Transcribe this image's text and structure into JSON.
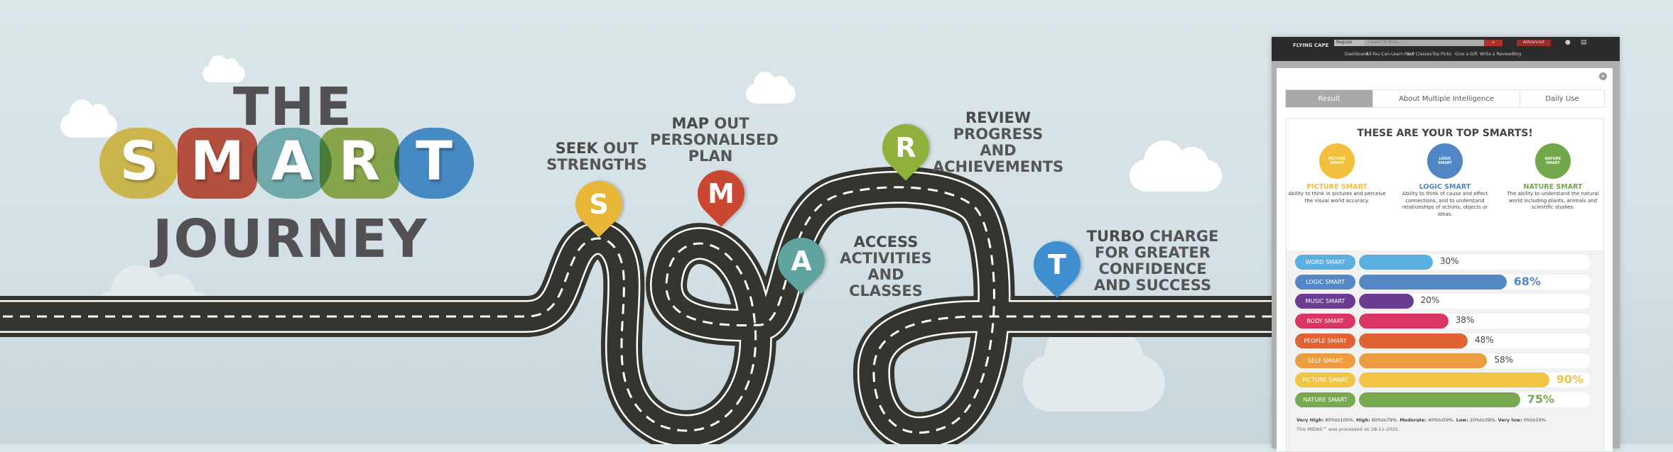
{
  "logo": {
    "the": "THE",
    "letters": [
      "S",
      "M",
      "A",
      "R",
      "T"
    ],
    "journey": "JOURNEY",
    "colors": [
      "#f2c94c",
      "#d2503a",
      "#7fbcbc",
      "#9cb649",
      "#4796d6"
    ]
  },
  "steps": [
    {
      "letter": "S",
      "bold": "SEEK",
      "rest": "OUT",
      "lines": [
        "STRENGTHS"
      ],
      "color": "#e8b73a"
    },
    {
      "letter": "M",
      "bold": "MAP",
      "rest": "OUT",
      "lines": [
        "PERSONALISED",
        "PLAN"
      ],
      "color": "#c9472f"
    },
    {
      "letter": "A",
      "bold": "ACCESS",
      "rest": "",
      "lines": [
        "ACTIVITIES",
        "AND",
        "CLASSES"
      ],
      "color": "#5fa3a1"
    },
    {
      "letter": "R",
      "bold": "REVIEW",
      "rest": "",
      "lines": [
        "PROGRESS",
        "AND",
        "ACHIEVEMENTS"
      ],
      "color": "#8fb03b"
    },
    {
      "letter": "T",
      "bold": "TURBO",
      "rest": "CHARGE",
      "lines": [
        "FOR GREATER",
        "CONFIDENCE",
        "AND SUCCESS"
      ],
      "color": "#3f8fd0"
    }
  ],
  "browser": {
    "brand": "FLYING CAPE",
    "search_scope": "Regular",
    "search_placeholder": "I want to find...",
    "advanced": "Advanced",
    "nav": [
      "Dashboard",
      "All-You-Can-Learn Pass",
      "ALP Classes",
      "Top Picks",
      "Give a Gift",
      "Write a Review",
      "Blog"
    ]
  },
  "modal": {
    "tabs": [
      "Result",
      "About Multiple Intelligence",
      "Daily Use"
    ],
    "title": "THESE ARE YOUR TOP SMARTS!",
    "top": [
      {
        "badge1": "PICTURE",
        "badge2": "SMART",
        "name": "PICTURE SMART",
        "desc": "Ability to think in pictures and perceive the visual world accuracy.",
        "color": "#f2c03c",
        "icon": "camera-icon"
      },
      {
        "badge1": "LOGIC",
        "badge2": "SMART",
        "name": "LOGIC SMART",
        "desc": "Ability to think of cause and effect connections, and to understand relationships of actions, objects or ideas.",
        "color": "#4f86c6",
        "icon": "math-icon"
      },
      {
        "badge1": "NATURE",
        "badge2": "SMART",
        "name": "NATURE SMART",
        "desc": "The ability to understand the natural world including plants, animals and scientific studies.",
        "color": "#72a84a",
        "icon": "leaf-icon"
      }
    ],
    "bars": [
      {
        "label": "WORD SMART",
        "value": 30,
        "text": "30%",
        "color": "#5ab0e0",
        "highlight": false
      },
      {
        "label": "LOGIC SMART",
        "value": 68,
        "text": "68%",
        "color": "#5587c4",
        "highlight": true
      },
      {
        "label": "MUSIC SMART",
        "value": 20,
        "text": "20%",
        "color": "#6a3d91",
        "highlight": false
      },
      {
        "label": "BODY SMART",
        "value": 38,
        "text": "38%",
        "color": "#d93665",
        "highlight": false
      },
      {
        "label": "PEOPLE SMART",
        "value": 48,
        "text": "48%",
        "color": "#e06235",
        "highlight": false
      },
      {
        "label": "SELF SMART",
        "value": 58,
        "text": "58%",
        "color": "#eb9d40",
        "highlight": false
      },
      {
        "label": "PICTURE SMART",
        "value": 90,
        "text": "90%",
        "color": "#f2c444",
        "highlight": true
      },
      {
        "label": "NATURE SMART",
        "value": 75,
        "text": "75%",
        "color": "#79a852",
        "highlight": true
      }
    ],
    "legend": [
      {
        "k": "Very High:",
        "v": "80%to100%."
      },
      {
        "k": "High:",
        "v": "60%to79%."
      },
      {
        "k": "Moderate:",
        "v": "40%to59%."
      },
      {
        "k": "Low:",
        "v": "20%to39%."
      },
      {
        "k": "Very low:",
        "v": "0%to19%."
      }
    ],
    "processed": "This MIDAS™ was processed on 28-11-2020."
  }
}
